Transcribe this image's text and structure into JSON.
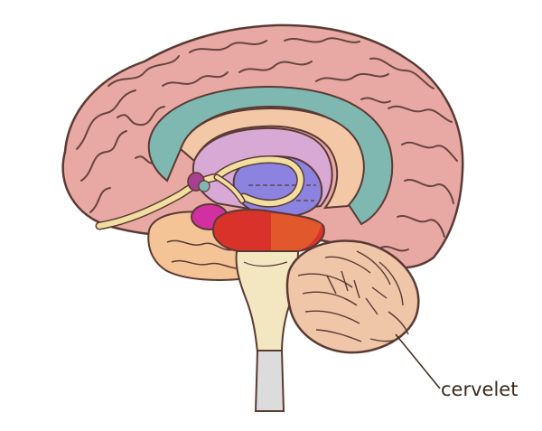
{
  "diagram": {
    "subject": "brain-sagittal-section",
    "labels": [
      {
        "id": "cerebellum",
        "text": "cervelet"
      }
    ],
    "colors": {
      "cortex": "#e8a9a4",
      "cortex_shade": "#d98f8c",
      "outline": "#5a3a34",
      "corpus_callosum": "#7fb8b0",
      "inner_band": "#f3c8a6",
      "thalamus_region": "#d9a9d6",
      "hippocampus": "#8c83e0",
      "fornix": "#f2dfa0",
      "amygdala": "#d22fa0",
      "midbrain": "#d8322a",
      "temporal_lobe": "#f4c396",
      "brainstem": "#f3e7c2",
      "spinal_cord": "#dcdcdc",
      "cerebellum": "#f0c6a8"
    }
  }
}
